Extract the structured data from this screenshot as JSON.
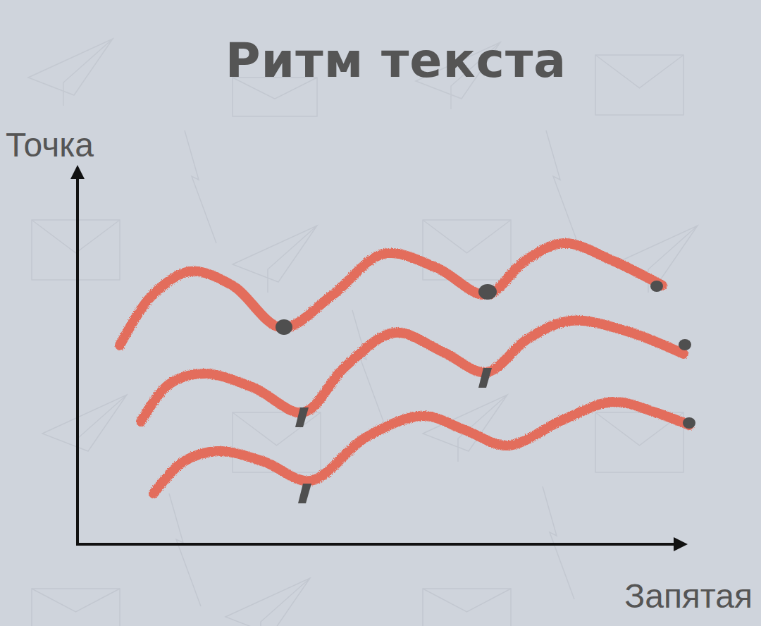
{
  "diagram": {
    "title": "Ритм текста",
    "labels": [
      "Точка",
      "Запятая"
    ]
  }
}
